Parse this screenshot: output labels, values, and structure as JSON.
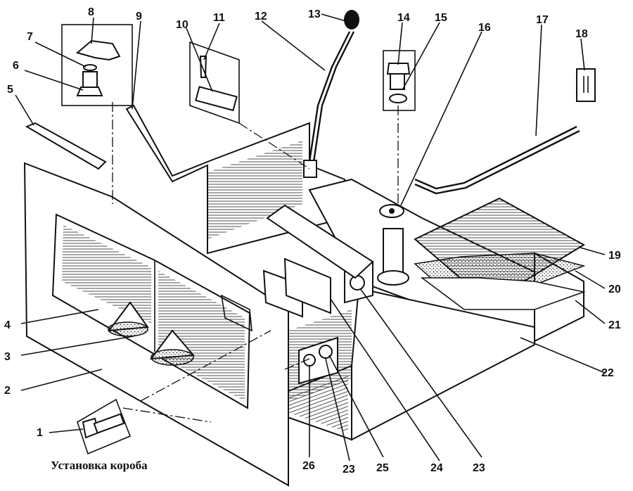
{
  "caption": "Установка короба",
  "callouts": [
    "1",
    "2",
    "3",
    "4",
    "5",
    "6",
    "7",
    "8",
    "9",
    "10",
    "11",
    "12",
    "13",
    "14",
    "15",
    "16",
    "17",
    "18",
    "19",
    "20",
    "21",
    "22",
    "23",
    "24",
    "25",
    "26",
    "23"
  ]
}
